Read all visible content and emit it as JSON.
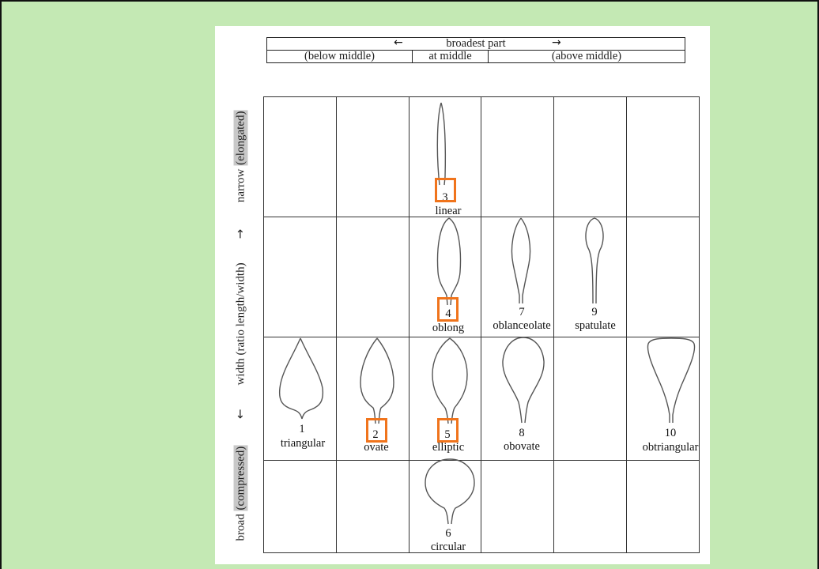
{
  "header": {
    "left_arrow": "←",
    "title": "broadest part",
    "right_arrow": "→",
    "cols": [
      "(below middle)",
      "at middle",
      "(above middle)"
    ]
  },
  "side": {
    "narrow": "narrow",
    "elongated": "(elongated)",
    "up_arrow": "→",
    "width": "width (ratio length/width)",
    "down_arrow": "←",
    "broad": "broad",
    "compressed": "(compressed)"
  },
  "shapes": [
    {
      "num": "1",
      "label": "triangular"
    },
    {
      "num": "2",
      "label": "ovate"
    },
    {
      "num": "3",
      "label": "linear"
    },
    {
      "num": "4",
      "label": "oblong"
    },
    {
      "num": "5",
      "label": "elliptic"
    },
    {
      "num": "6",
      "label": "circular"
    },
    {
      "num": "7",
      "label": "oblanceolate"
    },
    {
      "num": "8",
      "label": "obovate"
    },
    {
      "num": "9",
      "label": "spatulate"
    },
    {
      "num": "10",
      "label": "obtriangular"
    }
  ],
  "highlight_color": "#f0741c"
}
